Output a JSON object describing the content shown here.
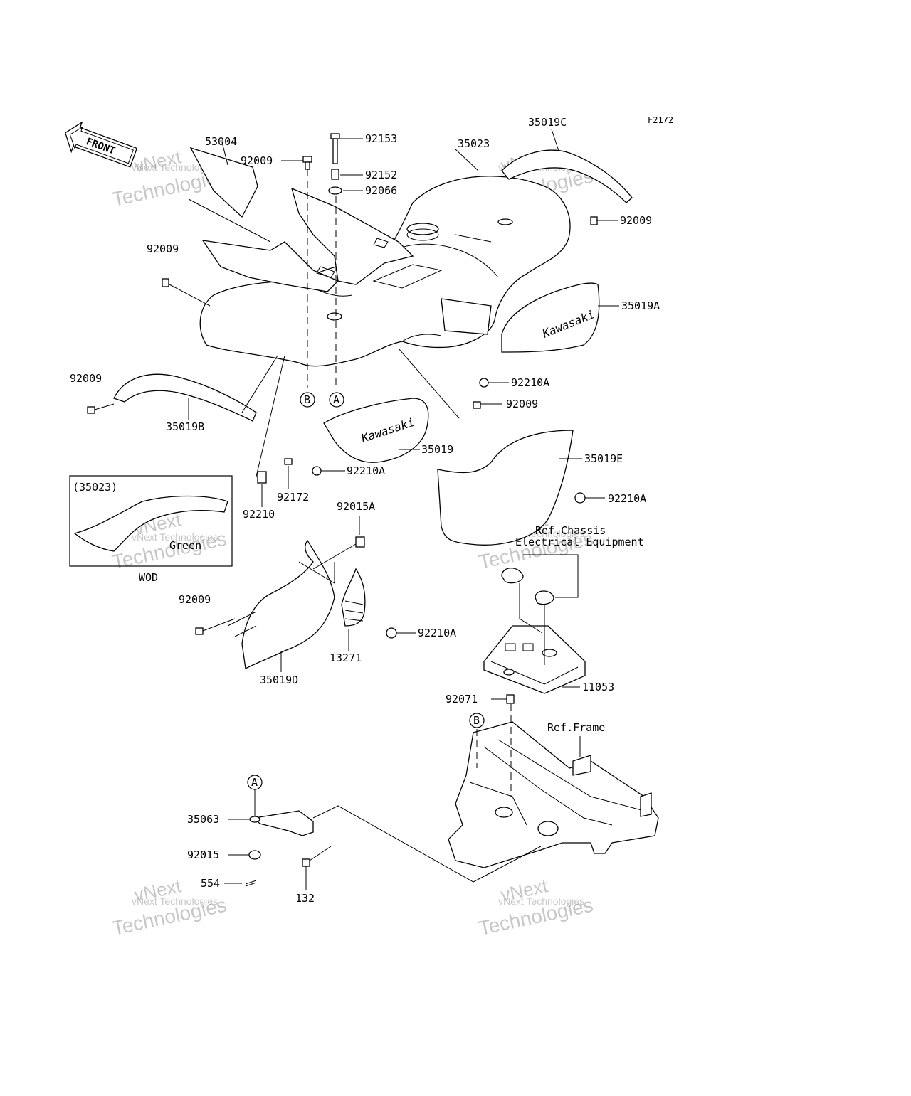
{
  "figure_code": "F2172",
  "front_arrow_label": "FRONT",
  "part_labels": {
    "p53004": "53004",
    "p92009_top": "92009",
    "p92153": "92153",
    "p92152": "92152",
    "p92066": "92066",
    "p35023": "35023",
    "p35019C": "35019C",
    "p92009_right": "92009",
    "p92009_left": "92009",
    "p35019A": "35019A",
    "p92210A_1": "92210A",
    "p92009_mid": "92009",
    "p92009_fender": "92009",
    "p35019B": "35019B",
    "p35019": "35019",
    "p92210A_2": "92210A",
    "p35019E": "35019E",
    "p92210A_3": "92210A",
    "p92210": "92210",
    "p92172": "92172",
    "p92015A": "92015A",
    "p92009_low": "92009",
    "p92210A_4": "92210A",
    "p13271": "13271",
    "p35019D": "35019D",
    "p92071": "92071",
    "p11053": "11053",
    "p35063": "35063",
    "p92015": "92015",
    "p554": "554",
    "p132": "132"
  },
  "refs": {
    "chassis_line1": "Ref.Chassis",
    "chassis_line2": "Electrical Equipment",
    "frame": "Ref.Frame"
  },
  "callouts": {
    "A": "A",
    "B": "B"
  },
  "inset": {
    "title": "(35023)",
    "caption": "WOD",
    "color_label": "Green"
  },
  "decals": {
    "brand": "Kawasaki"
  },
  "watermarks": {
    "line_small": "vNext Technologies",
    "word1": "vNext",
    "word2": "Technologies"
  }
}
